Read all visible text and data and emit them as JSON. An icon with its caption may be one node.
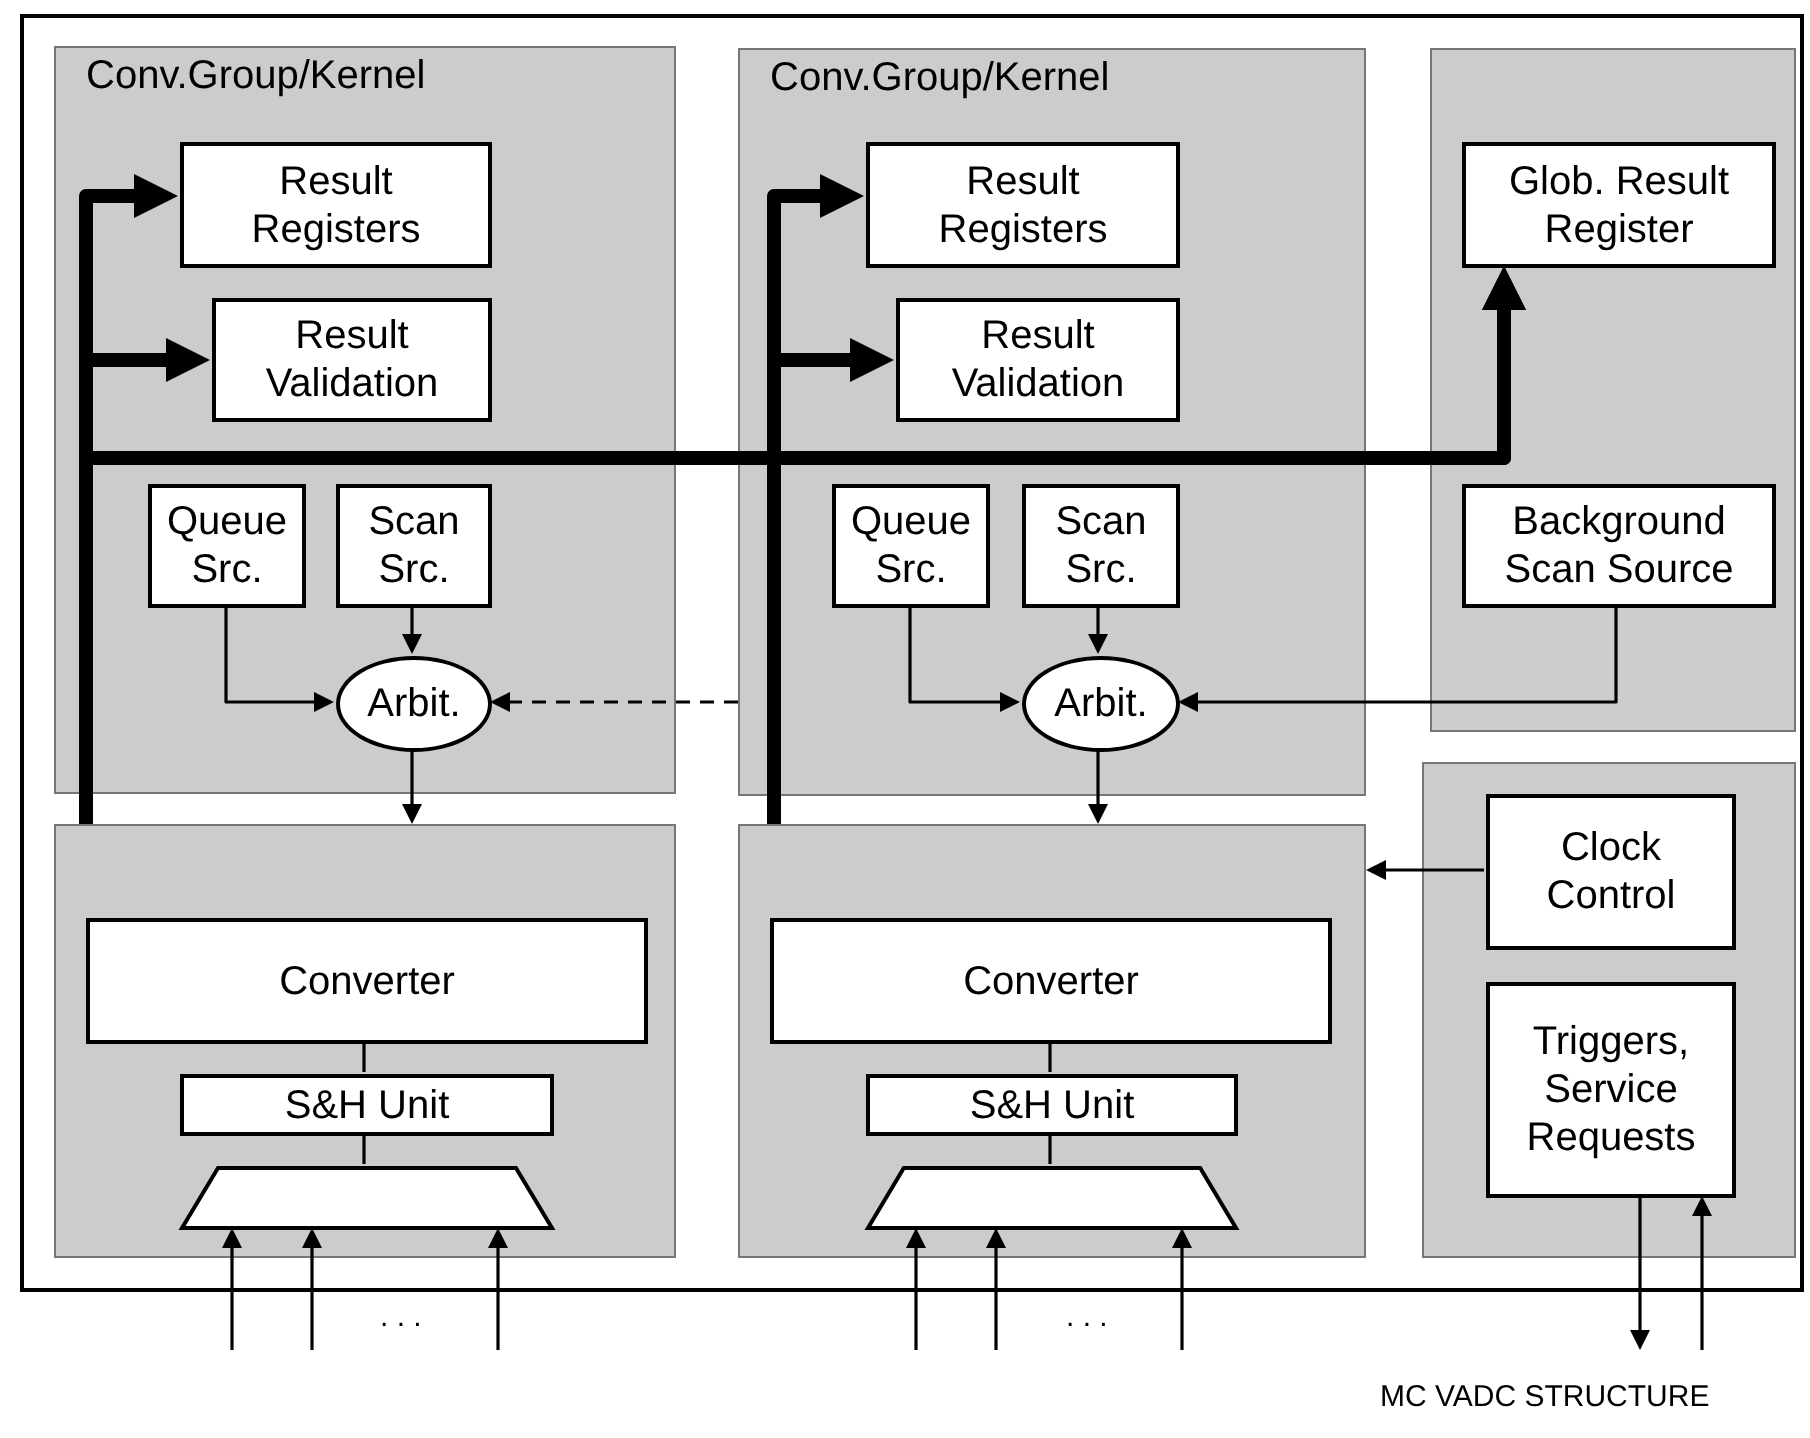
{
  "diagram": {
    "nodes": [
      {
        "text": [
          "Conv.Group/Kernel"
        ]
      },
      {
        "text": [
          "Result Registers"
        ],
        "in": 0
      },
      {
        "text": [
          "Result Validation"
        ],
        "in": 0
      },
      {
        "text": [
          "Queue Src."
        ],
        "in": 0
      },
      {
        "text": [
          "Scan Src."
        ],
        "in": 0
      },
      {
        "text": [
          "Arbit."
        ],
        "in": 0
      },
      {
        "text": [
          "Conv.Group/Kernel"
        ]
      },
      {
        "text": [
          "Result Registers"
        ],
        "in": 6
      },
      {
        "text": [
          "Result Validation"
        ],
        "in": 6
      },
      {
        "text": [
          "Queue Src."
        ],
        "in": 6
      },
      {
        "text": [
          "Scan Src."
        ],
        "in": 6
      },
      {
        "text": [
          "Arbit."
        ],
        "in": 6
      },
      {
        "text": [],
        "shape": "box"
      },
      {
        "text": [
          "Glob. Result Register"
        ],
        "in": 12
      },
      {
        "text": [
          "Background Scan Source"
        ],
        "in": 12
      },
      {
        "text": [],
        "shape": "box"
      },
      {
        "text": [
          "Converter"
        ],
        "in": 15
      },
      {
        "text": [
          "S&H Unit"
        ],
        "in": 15
      },
      {
        "text": [],
        "shape": "trapezoid",
        "in": 15
      },
      {
        "text": [],
        "shape": "box"
      },
      {
        "text": [
          "Converter"
        ],
        "in": 19
      },
      {
        "text": [
          "S&H Unit"
        ],
        "in": 19
      },
      {
        "text": [],
        "shape": "trapezoid",
        "in": 19
      },
      {
        "text": [],
        "shape": "box"
      },
      {
        "text": [
          "Clock Control"
        ],
        "in": 23
      },
      {
        "text": [
          "Triggers, Service Requests"
        ],
        "in": 23
      }
    ],
    "edges": [
      {
        "from": 15,
        "to": 1,
        "arrow": "to",
        "style": "thick"
      },
      {
        "from": 15,
        "to": 2,
        "arrow": "to",
        "style": "thick"
      },
      {
        "from": 15,
        "to": 13,
        "arrow": "to",
        "style": "thick"
      },
      {
        "from": 19,
        "to": 7,
        "arrow": "to",
        "style": "thick"
      },
      {
        "from": 19,
        "to": 8,
        "arrow": "to",
        "style": "thick"
      },
      {
        "from": 19,
        "to": 13,
        "arrow": "to",
        "style": "thick"
      },
      {
        "from": 3,
        "to": 5,
        "arrow": "to"
      },
      {
        "from": 4,
        "to": 5,
        "arrow": "to"
      },
      {
        "from": 14,
        "to": 11,
        "arrow": "to"
      },
      {
        "from": 6,
        "to": 5,
        "arrow": "to",
        "style": "dashed"
      },
      {
        "from": 9,
        "to": 11,
        "arrow": "to"
      },
      {
        "from": 10,
        "to": 11,
        "arrow": "to"
      },
      {
        "from": 5,
        "to": 15,
        "arrow": "to"
      },
      {
        "from": 11,
        "to": 19,
        "arrow": "to"
      },
      {
        "from": 16,
        "to": 17,
        "arrow": "none"
      },
      {
        "from": 17,
        "to": 18,
        "arrow": "none"
      },
      {
        "from": 20,
        "to": 21,
        "arrow": "none"
      },
      {
        "from": 21,
        "to": 22,
        "arrow": "none"
      },
      {
        "from": null,
        "to": 18,
        "arrow": "to"
      },
      {
        "from": null,
        "to": 18,
        "arrow": "to"
      },
      {
        "from": null,
        "to": 18,
        "arrow": "to"
      },
      {
        "from": null,
        "to": 22,
        "arrow": "to"
      },
      {
        "from": null,
        "to": 22,
        "arrow": "to"
      },
      {
        "from": null,
        "to": 22,
        "arrow": "to"
      },
      {
        "from": 24,
        "to": 19,
        "arrow": "to"
      },
      {
        "from": 25,
        "to": null,
        "arrow": "to"
      },
      {
        "from": null,
        "to": 25,
        "arrow": "to"
      }
    ],
    "labels": [
      ". . .",
      ". . .",
      "MC VADC STRUCTURE"
    ]
  }
}
